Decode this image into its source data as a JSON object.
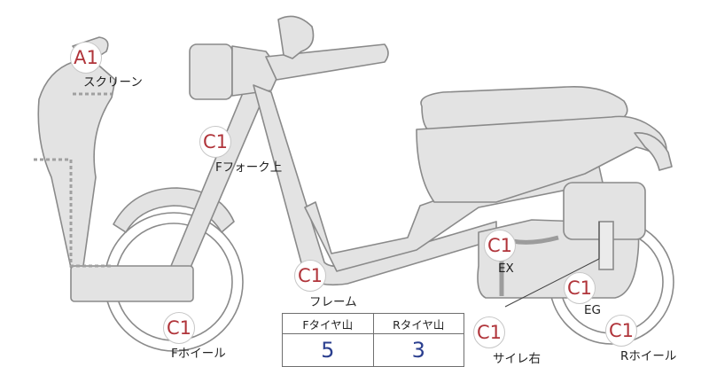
{
  "callouts": {
    "screen": {
      "grade": "A1",
      "label": "スクリーン"
    },
    "fork": {
      "grade": "C1",
      "label": "Fフォーク上"
    },
    "frame": {
      "grade": "C1",
      "label": "フレーム"
    },
    "fwheel": {
      "grade": "C1",
      "label": "Fホイール"
    },
    "ex": {
      "grade": "C1",
      "label": "EX"
    },
    "eg": {
      "grade": "C1",
      "label": "EG"
    },
    "muffler": {
      "grade": "C1",
      "label": "サイレ右"
    },
    "rwheel": {
      "grade": "C1",
      "label": "Rホイール"
    }
  },
  "tread_table": {
    "front_header": "Fタイヤ山",
    "rear_header": "Rタイヤ山",
    "front_value": "5",
    "rear_value": "3"
  },
  "colors": {
    "grade_text": "#b0343a",
    "tread_value": "#2b3f8f",
    "part_fill": "#e3e3e3"
  }
}
